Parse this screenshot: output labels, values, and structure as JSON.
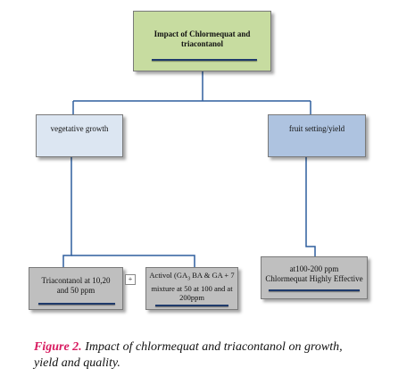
{
  "colors": {
    "root_fill": "#c7dca0",
    "vegetative_fill": "#dce6f2",
    "fruit_fill": "#aec3e0",
    "leaf_fill": "#bfbfbf",
    "connector": "#2f5f9e",
    "bar": "#1f3a6b",
    "caption_label": "#d81b60"
  },
  "nodes": {
    "root": {
      "line1": "Impact of Chlormequat and",
      "line2": "triacontanol"
    },
    "vegetative": {
      "label": "vegetative  growth"
    },
    "fruit": {
      "label": "fruit setting/yield"
    },
    "leaf_triacontanol": {
      "line1": "Triacontanol  at 10,20",
      "line2": "and 50 ppm"
    },
    "plus": {
      "symbol": "+"
    },
    "leaf_activol": {
      "line1": "Activol (GA",
      "sub": "3",
      "line1b": " BA & GA + 7",
      "line2": "mixture  at 50  at 100  and at",
      "line3": "200ppm"
    },
    "leaf_chlormequat": {
      "line1": "at100-200  ppm",
      "line2": "Chlormequat Highly Effective"
    }
  },
  "caption": {
    "label": "Figure 2.",
    "text": "Impact of chlormequat and triacontanol on growth,",
    "text2": "yield and quality."
  }
}
